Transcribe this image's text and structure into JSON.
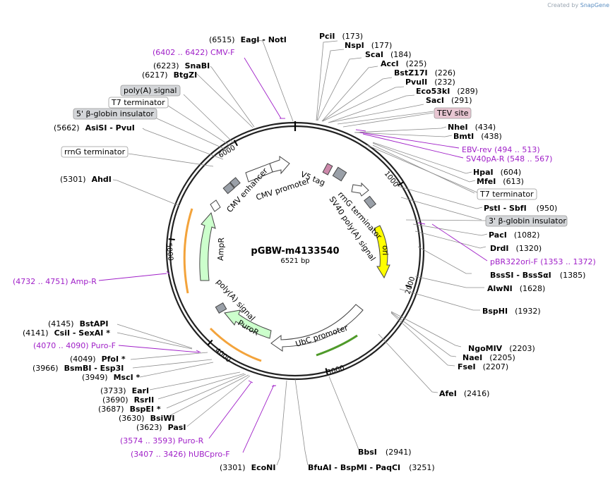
{
  "header": {
    "credit_prefix": "Created by",
    "credit_brand": "SnapGene"
  },
  "plasmid": {
    "name": "pGBW-m4133540",
    "size_label": "6521 bp",
    "total_bp": 6521
  },
  "ticks": [
    {
      "bp": 1000,
      "label": "1000"
    },
    {
      "bp": 2000,
      "label": "2000"
    },
    {
      "bp": 3000,
      "label": "3000"
    },
    {
      "bp": 4000,
      "label": "4000"
    },
    {
      "bp": 5000,
      "label": "5000"
    },
    {
      "bp": 6000,
      "label": "6000"
    }
  ],
  "sites_right": [
    {
      "name": "PciI",
      "pos": "(173)",
      "bp": 173
    },
    {
      "name": "NspI",
      "pos": "(177)",
      "bp": 177
    },
    {
      "name": "ScaI",
      "pos": "(184)",
      "bp": 184
    },
    {
      "name": "AccI",
      "pos": "(225)",
      "bp": 225
    },
    {
      "name": "BstZ17I",
      "pos": "(226)",
      "bp": 226
    },
    {
      "name": "PvuII",
      "pos": "(232)",
      "bp": 232
    },
    {
      "name": "Eco53kI",
      "pos": "(289)",
      "bp": 289
    },
    {
      "name": "SacI",
      "pos": "(291)",
      "bp": 291
    },
    {
      "name": "NheI",
      "pos": "(434)",
      "bp": 434
    },
    {
      "name": "BmtI",
      "pos": "(438)",
      "bp": 438
    },
    {
      "name": "HpaI",
      "pos": "(604)",
      "bp": 604
    },
    {
      "name": "MfeI",
      "pos": "(613)",
      "bp": 613
    },
    {
      "name": "PstI  - SbfI",
      "pos": "(950)",
      "bp": 950
    },
    {
      "name": "PacI",
      "pos": "(1082)",
      "bp": 1082
    },
    {
      "name": "DrdI",
      "pos": "(1320)",
      "bp": 1320
    },
    {
      "name": "BssSI  - BssSαI",
      "pos": "(1385)",
      "bp": 1385
    },
    {
      "name": "AlwNI",
      "pos": "(1628)",
      "bp": 1628
    },
    {
      "name": "BspHI",
      "pos": "(1932)",
      "bp": 1932
    },
    {
      "name": "NgoMIV",
      "pos": "(2203)",
      "bp": 2203
    },
    {
      "name": "NaeI",
      "pos": "(2205)",
      "bp": 2205
    },
    {
      "name": "FseI",
      "pos": "(2207)",
      "bp": 2207
    },
    {
      "name": "AfeI",
      "pos": "(2416)",
      "bp": 2416
    },
    {
      "name": "BbsI",
      "pos": "(2941)",
      "bp": 2941
    },
    {
      "name": "BfuAI  - BspMI  - PaqCI",
      "pos": "(3251)",
      "bp": 3251
    }
  ],
  "sites_left": [
    {
      "name": "EagI  - NotI",
      "pos": "(6515)",
      "bp": 6515
    },
    {
      "name": "SnaBI",
      "pos": "(6223)",
      "bp": 6223
    },
    {
      "name": "BtgZI",
      "pos": "(6217)",
      "bp": 6217
    },
    {
      "name": "AsiSI  - PvuI",
      "pos": "(5662)",
      "bp": 5662
    },
    {
      "name": "AhdI",
      "pos": "(5301)",
      "bp": 5301
    },
    {
      "name": "BstAPI",
      "pos": "(4145)",
      "bp": 4145
    },
    {
      "name": "CsiI  - SexAI *",
      "pos": "(4141)",
      "bp": 4141
    },
    {
      "name": "PfoI *",
      "pos": "(4049)",
      "bp": 4049
    },
    {
      "name": "BsmBI  - Esp3I",
      "pos": "(3966)",
      "bp": 3966
    },
    {
      "name": "MscI *",
      "pos": "(3949)",
      "bp": 3949
    },
    {
      "name": "EarI",
      "pos": "(3733)",
      "bp": 3733
    },
    {
      "name": "RsrII",
      "pos": "(3690)",
      "bp": 3690
    },
    {
      "name": "BspEI *",
      "pos": "(3687)",
      "bp": 3687
    },
    {
      "name": "BsiWI",
      "pos": "(3630)",
      "bp": 3630
    },
    {
      "name": "PasI",
      "pos": "(3623)",
      "bp": 3623
    },
    {
      "name": "EcoNI",
      "pos": "(3301)",
      "bp": 3301
    }
  ],
  "primers": [
    {
      "label": "(6402 .. 6422)  CMV-F",
      "bp": 6412
    },
    {
      "label": "EBV-rev    (494 .. 513)",
      "bp": 503
    },
    {
      "label": "SV40pA-R    (548 .. 567)",
      "bp": 557
    },
    {
      "label": "pBR322ori-F    (1353 .. 1372)",
      "bp": 1362
    },
    {
      "label": "(4732 .. 4751)  Amp-R",
      "bp": 4741
    },
    {
      "label": "(4070 .. 4090)  Puro-F",
      "bp": 4080
    },
    {
      "label": "(3574 .. 3593)  Puro-R",
      "bp": 3583
    },
    {
      "label": "(3407 .. 3426)  hUBCpro-F",
      "bp": 3416
    }
  ],
  "boxed_features": [
    {
      "label": "TEV site",
      "bp": 330
    },
    {
      "label": "T7 terminator",
      "bp": 700
    },
    {
      "label": "3' β-globin insulator",
      "bp": 1020
    },
    {
      "label": "poly(A) signal",
      "bp": 6140
    },
    {
      "label": "T7 terminator",
      "bp": 6060
    },
    {
      "label": "5' β-globin insulator",
      "bp": 5950
    },
    {
      "label": "rrnG terminator",
      "bp": 5760
    }
  ],
  "arc_features": [
    {
      "label": "V5 tag"
    },
    {
      "label": "rrnG terminator"
    },
    {
      "label": "SV40 poly(A) signal"
    },
    {
      "label": "ori"
    },
    {
      "label": "UbC promoter"
    },
    {
      "label": "PuroR"
    },
    {
      "label": "poly(A) signal"
    },
    {
      "label": "AmpR"
    },
    {
      "label": "CMV enhancer"
    },
    {
      "label": "CMV promoter"
    }
  ],
  "colors": {
    "ori": "#ffff00",
    "marker": "#ccffcc",
    "promoter": "#ffffff",
    "terminator": "#9aa0a8",
    "tag": "#cc88aa",
    "primer": "#a020c8",
    "orf_highlight": "#f3a33b",
    "ubc_highlight": "#4f9a2a"
  }
}
